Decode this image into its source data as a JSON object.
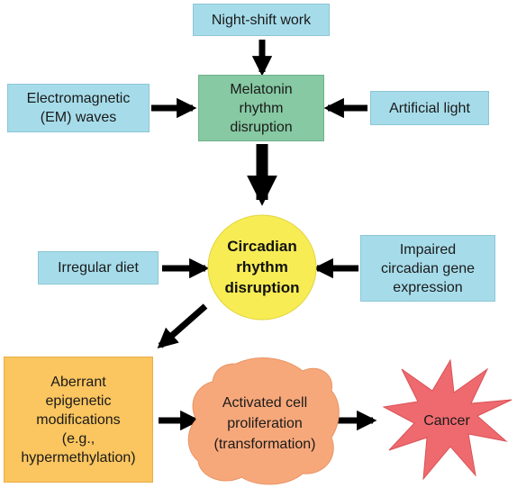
{
  "nodes": {
    "night_shift": "Night-shift work",
    "em_waves": [
      "Electromagnetic",
      "(EM) waves"
    ],
    "melatonin": [
      "Melatonin",
      "rhythm",
      "disruption"
    ],
    "artificial_light": "Artificial light",
    "irregular_diet": "Irregular diet",
    "circadian": [
      "Circadian",
      "rhythm",
      "disruption"
    ],
    "impaired_gene": [
      "Impaired",
      "circadian gene",
      "expression"
    ],
    "aberrant": [
      "Aberrant",
      "epigenetic",
      "modifications",
      "(e.g.,",
      "hypermethylation)"
    ],
    "activated_cell": [
      "Activated cell",
      "proliferation",
      "(transformation)"
    ],
    "cancer": "Cancer"
  },
  "colors": {
    "blue_box": "#a6dcea",
    "green_box": "#86c9a2",
    "yellow_circle": "#f7ec54",
    "orange_box": "#fbc55f",
    "peach_blob": "#f7a87a",
    "star_fill": "#ee6a6f",
    "arrow": "#000000"
  }
}
